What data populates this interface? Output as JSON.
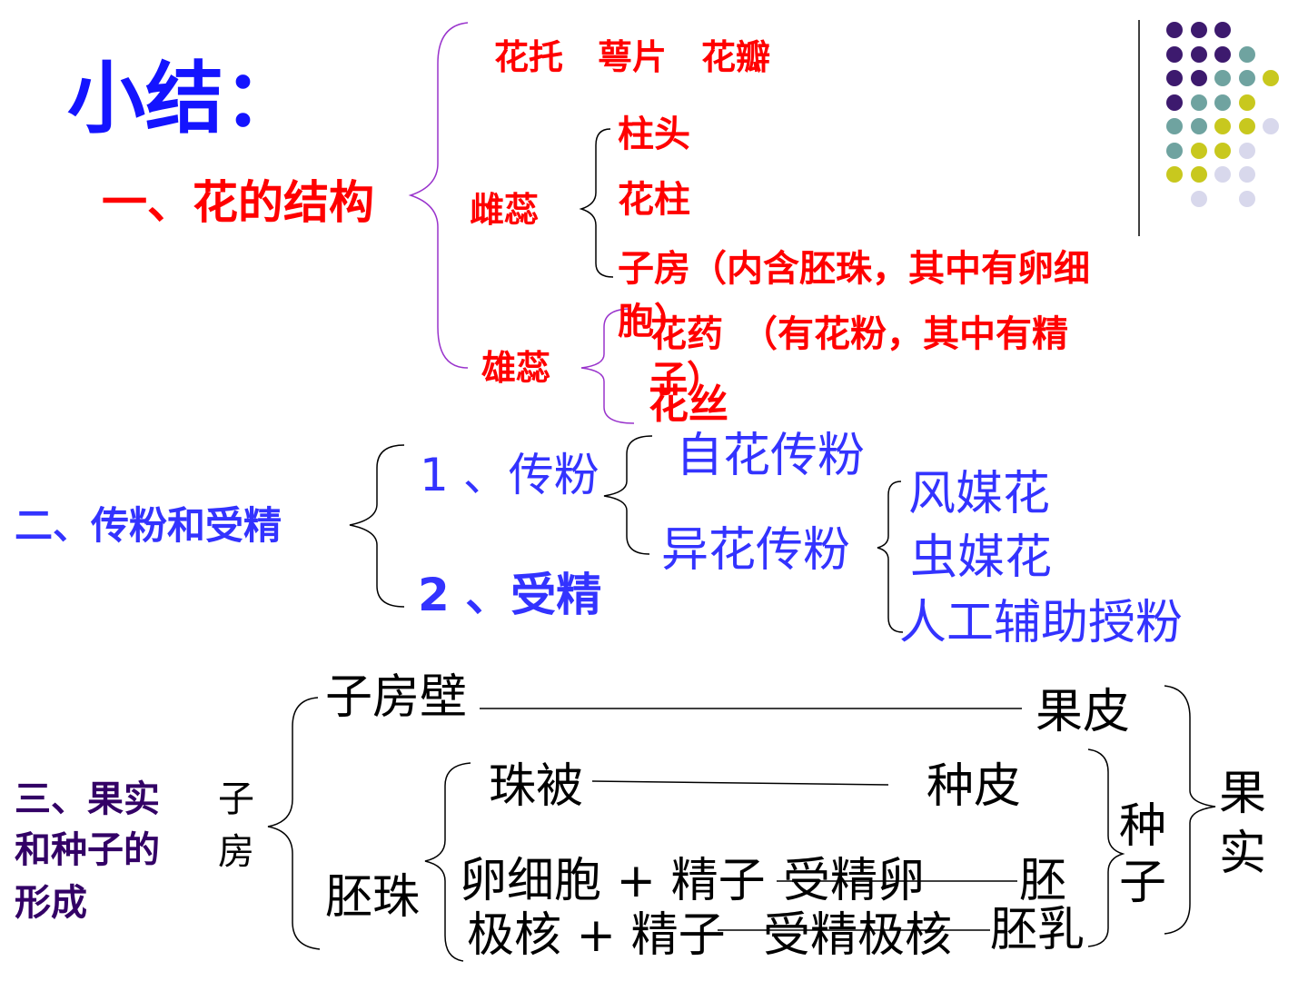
{
  "title": "小结：",
  "section1": {
    "heading": "一、花的结构",
    "top_parts": "花托　萼片　花瓣",
    "pistil": {
      "label": "雌蕊",
      "items": [
        "柱头",
        "花柱",
        "子房（内含胚珠，其中有卵细",
        "胞）"
      ]
    },
    "stamen": {
      "label": "雄蕊",
      "items": [
        "花药　（有花粉，其中有精",
        "子）",
        "花丝"
      ]
    }
  },
  "section2": {
    "heading": "二、传粉和受精",
    "pollination": "1 、传粉",
    "self": "自花传粉",
    "cross": "异花传粉",
    "cross_types": [
      "风媒花",
      "虫媒花",
      "人工辅助授粉"
    ],
    "fertilization": "2 、受精"
  },
  "section3": {
    "heading_lines": [
      "三、果实",
      "和种子的",
      "形成"
    ],
    "ovary_lines": [
      "子",
      "房"
    ],
    "ovary_wall": "子房壁",
    "pericarp": "果皮",
    "ovule": "胚珠",
    "integument": "珠被",
    "seed_coat": "种皮",
    "egg_eq": "卵细胞 + 精子",
    "zygote": "受精卵",
    "embryo": "胚",
    "polar_eq": "极核 + 精子",
    "fert_polar": "受精极核",
    "endosperm": "胚乳",
    "seed_lines": [
      "种",
      "子"
    ],
    "fruit_lines": [
      "果",
      "实"
    ]
  },
  "colors": {
    "title": "#1414ff",
    "red": "#ff0000",
    "blue": "#3333ff",
    "purple": "#330066",
    "bracket_purple": "#9933cc",
    "dot_purple": "#3d1a6e",
    "dot_teal": "#6fa3a0",
    "dot_yellow": "#c8c81e",
    "dot_lavender": "#d8d8ec"
  }
}
